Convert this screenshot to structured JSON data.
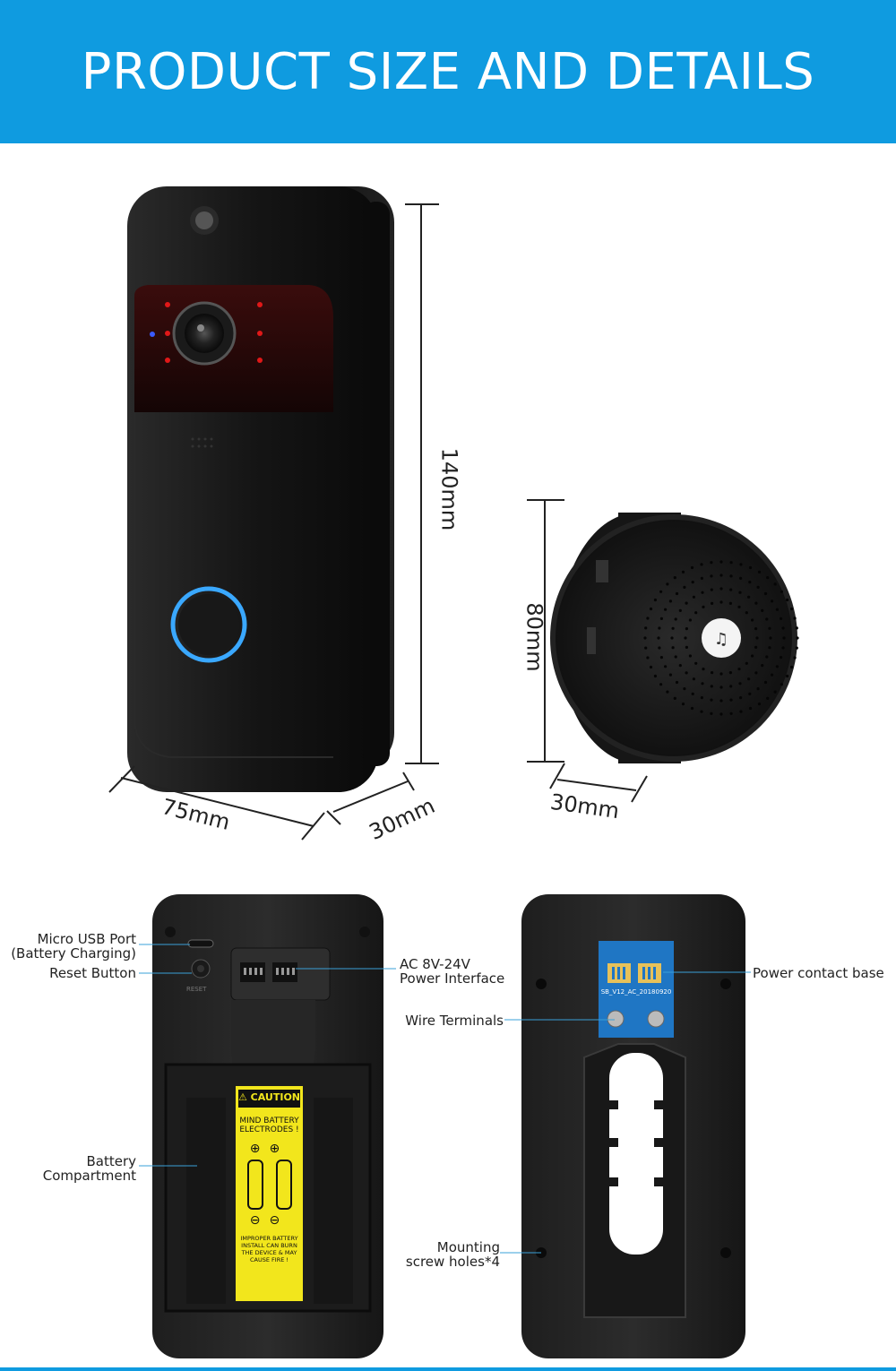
{
  "header": {
    "title": "PRODUCT SIZE AND DETAILS"
  },
  "dimensions": {
    "doorbell_height": "140mm",
    "doorbell_width": "75mm",
    "doorbell_depth": "30mm",
    "chime_height": "80mm",
    "chime_depth": "30mm"
  },
  "callouts": {
    "micro_usb_line1": "Micro USB Port",
    "micro_usb_line2": "(Battery Charging)",
    "reset_button": "Reset Button",
    "ac_power_line1": "AC 8V-24V",
    "ac_power_line2": "Power Interface",
    "wire_terminals": "Wire Terminals",
    "power_contact_base": "Power contact base",
    "battery_line1": "Battery",
    "battery_line2": "Compartment",
    "mounting_line1": "Mounting",
    "mounting_line2": "screw holes*4"
  },
  "sticker": {
    "caution": "CAUTION",
    "line1": "MIND BATTERY",
    "line2": "ELECTRODES !",
    "warn1": "IMPROPER BATTERY",
    "warn2": "INSTALL CAN BURN",
    "warn3": "THE DEVICE & MAY",
    "warn4": "CAUSE FIRE !"
  },
  "board": {
    "label": "SB_V12_AC_20180920"
  },
  "reset_label": "RESET",
  "colors": {
    "accent": "#0f9be0",
    "device": "#1a1a1a",
    "ring": "#3aa8ff",
    "sticker": "#f2e61c"
  }
}
